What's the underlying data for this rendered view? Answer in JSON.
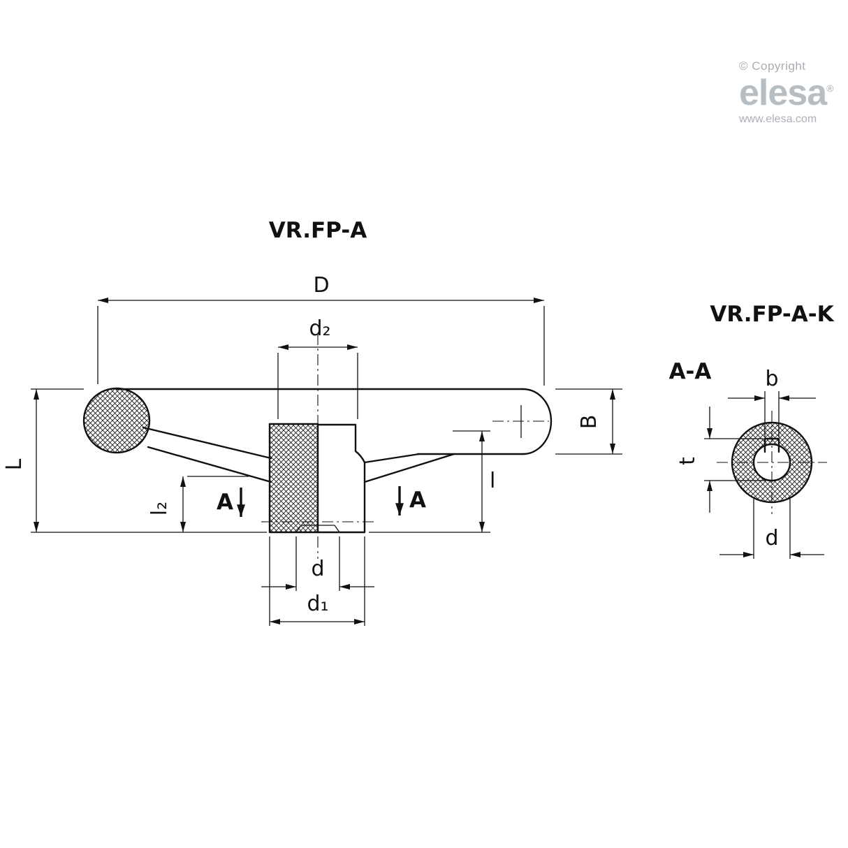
{
  "branding": {
    "copyright": "© Copyright",
    "logo": "elesa",
    "registered": "®",
    "website": "www.elesa.com"
  },
  "main_view": {
    "title": "VR.FP-A",
    "dims": {
      "D": "D",
      "d2": "d₂",
      "B": "B",
      "L": "L",
      "l2": "l₂",
      "d": "d",
      "d1": "d₁",
      "l": "l"
    },
    "section_marker": "A"
  },
  "section_view": {
    "title": "VR.FP-A-K",
    "label": "A-A",
    "dims": {
      "b": "b",
      "t": "t",
      "d": "d"
    }
  },
  "colors": {
    "line": "#111111",
    "logo_gray": "#b7bec3",
    "background": "#ffffff"
  }
}
